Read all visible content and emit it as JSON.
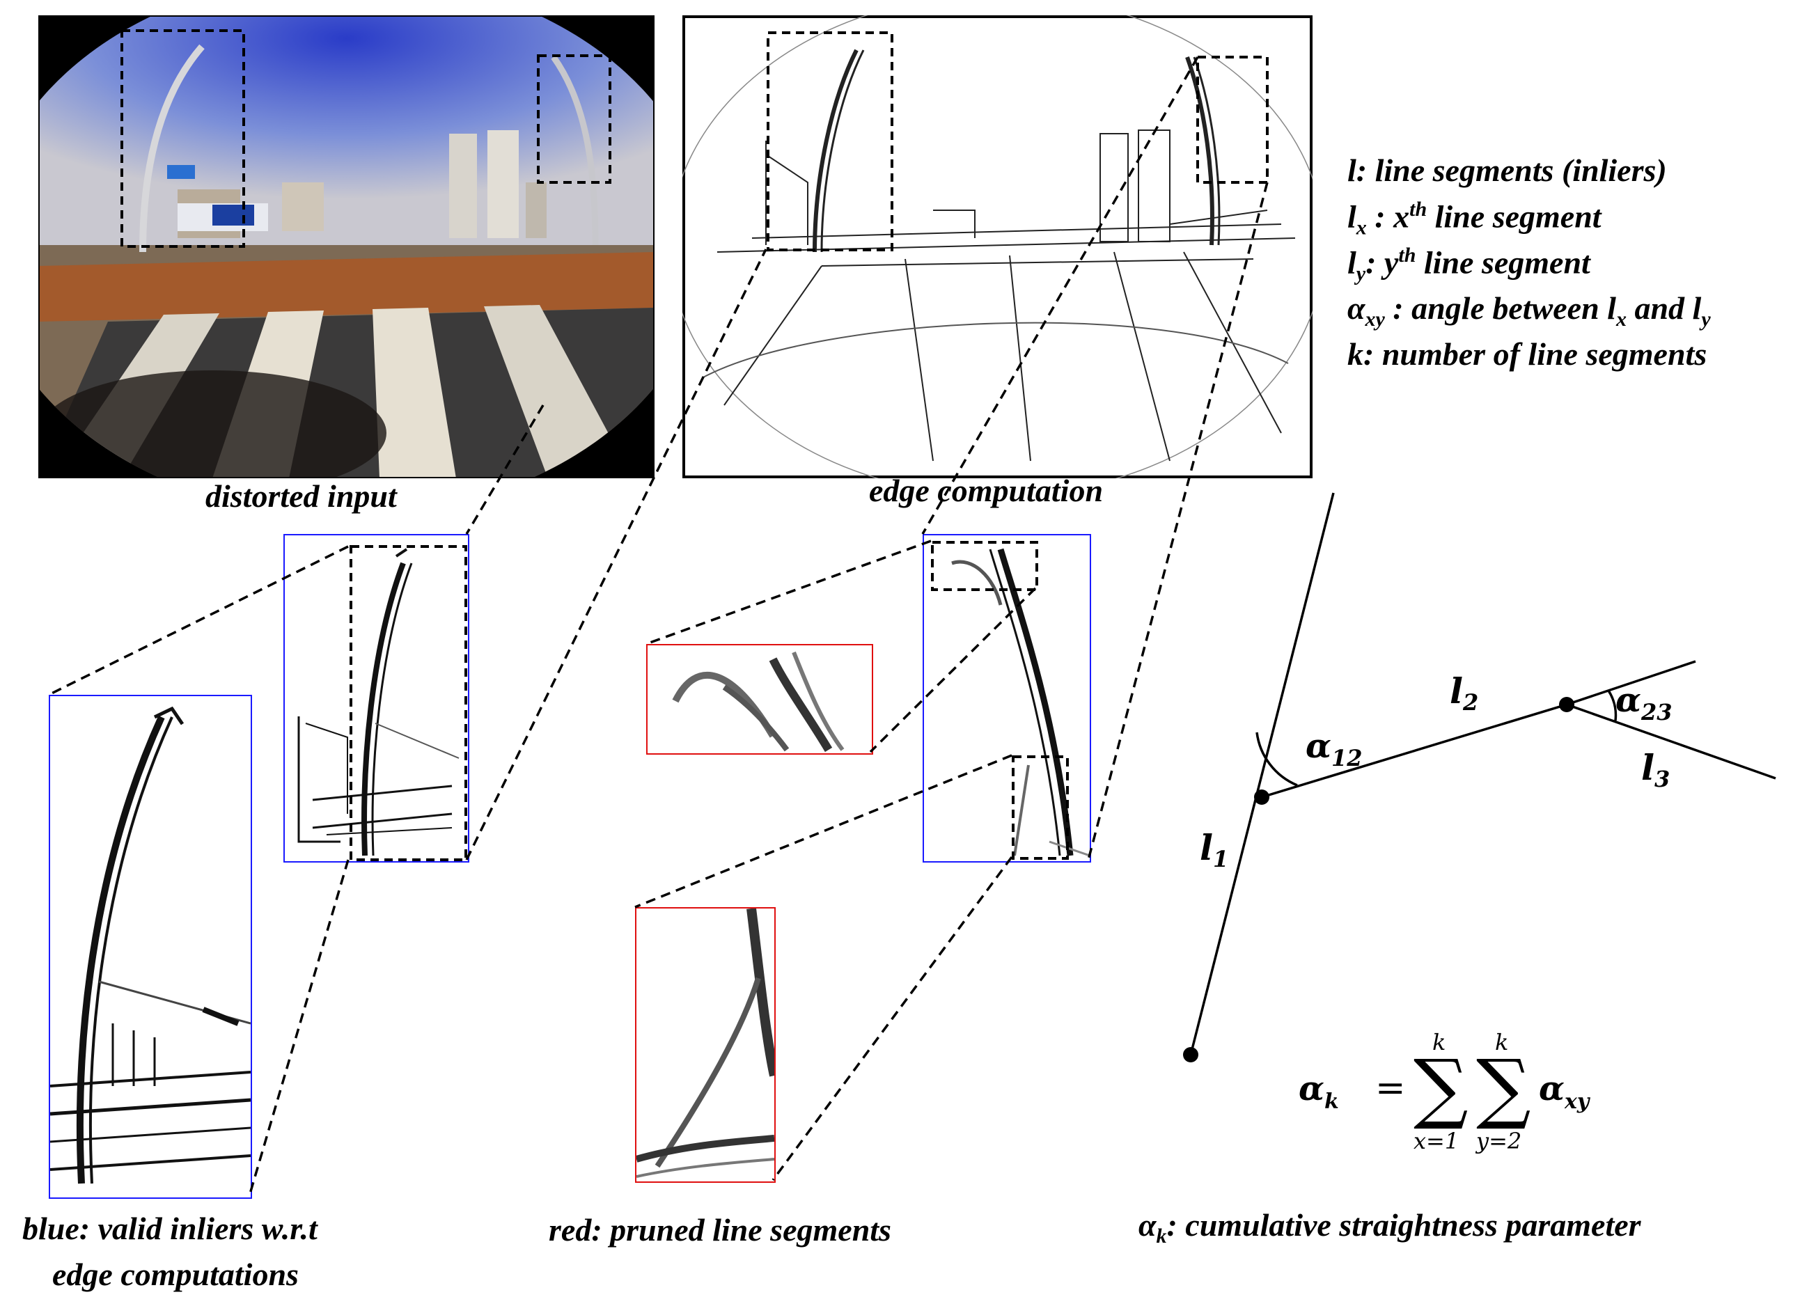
{
  "captions": {
    "distorted_input": "distorted input",
    "edge_computation": "edge computation",
    "blue_label_line1": "blue: valid inliers w.r.t",
    "blue_label_line2": "edge computations",
    "red_label": "red: pruned line segments",
    "cumulative_label": ": cumulative straightness parameter"
  },
  "legend": {
    "l_symbol": "l",
    "l_text": ":  line segments (inliers)",
    "lx_symbol": "l",
    "lx_sub": "x",
    "lx_text1": " : x",
    "lx_sup": "th",
    "lx_text2": " line segment",
    "ly_symbol": "l",
    "ly_sub": "y",
    "ly_text1": ": y",
    "ly_sup": "th",
    "ly_text2": " line segment",
    "axy_symbol": "α",
    "axy_sub": "xy",
    "axy_text1": " : angle between l",
    "axy_sub2": "x",
    "axy_text2": " and l",
    "axy_sub3": "y",
    "k_text": "k: number of line segments"
  },
  "diagram": {
    "l1": "l",
    "l1_sub": "1",
    "l2": "l",
    "l2_sub": "2",
    "l3": "l",
    "l3_sub": "3",
    "a12": "α",
    "a12_sub": "12",
    "a23": "α",
    "a23_sub": "23"
  },
  "formula": {
    "lhs": "α",
    "lhs_sub": "k",
    "equals": "=",
    "sum1_top": "k",
    "sum1_bottom": "x=1",
    "sum2_top": "k",
    "sum2_bottom": "y=2",
    "term": "α",
    "term_sub": "xy"
  },
  "cumulative": {
    "symbol": "α",
    "sub": "k"
  },
  "colors": {
    "blue_box": "#1a1aff",
    "red_box": "#e01010",
    "dashed": "#000000"
  }
}
